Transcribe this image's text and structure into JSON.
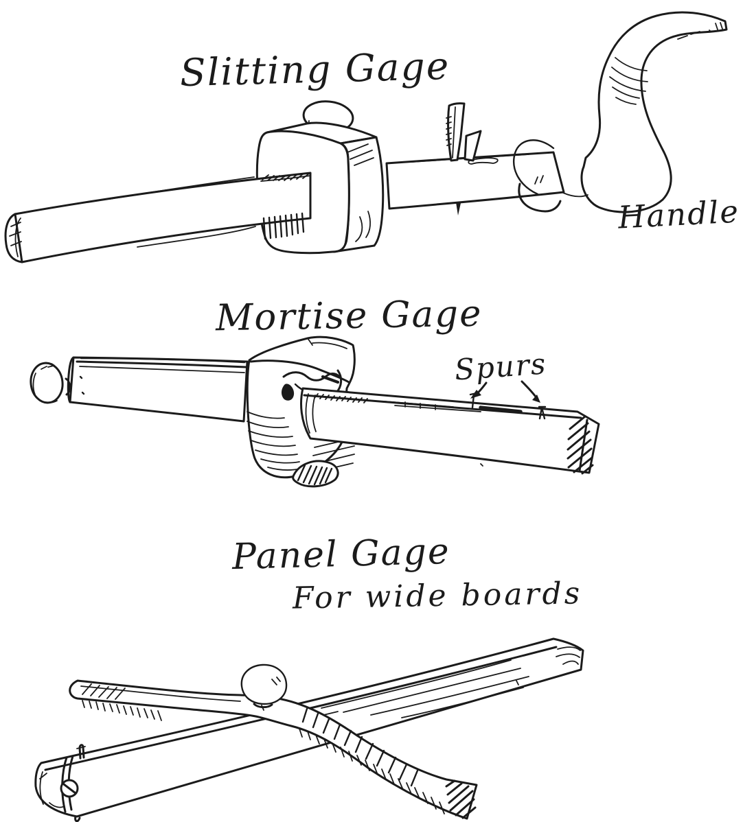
{
  "page": {
    "background": "#ffffff",
    "ink": "#1b1b1b",
    "description_visible_text_only": true
  },
  "figures": {
    "slitting_gage": {
      "title": "Slitting Gage",
      "annotation_handle": "Handle"
    },
    "mortise_gage": {
      "title": "Mortise Gage",
      "annotation_spurs": "Spurs"
    },
    "panel_gage": {
      "title": "Panel Gage",
      "subtitle": "For wide boards"
    }
  }
}
